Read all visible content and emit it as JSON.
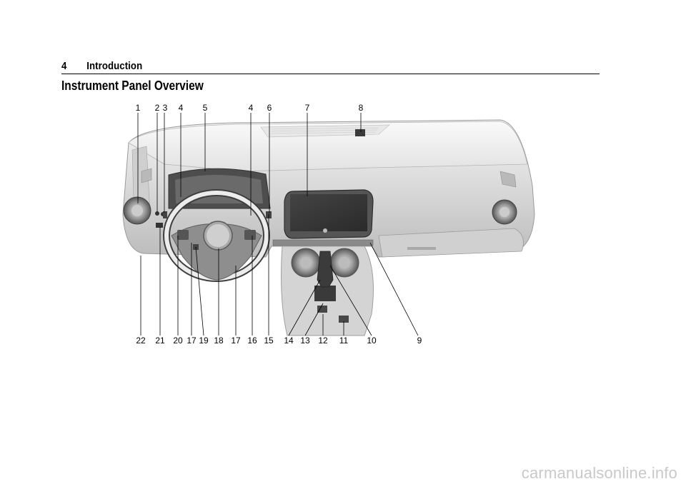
{
  "header": {
    "page_number": "4",
    "chapter": "Introduction"
  },
  "section": {
    "title": "Instrument Panel Overview"
  },
  "figure": {
    "callouts_top": [
      "1",
      "2",
      "3",
      "4",
      "5",
      "4",
      "6",
      "7",
      "8"
    ],
    "callouts_bottom": [
      "22",
      "21",
      "20",
      "17",
      "19",
      "18",
      "17",
      "16",
      "15",
      "14",
      "13",
      "12",
      "11",
      "10",
      "9"
    ]
  },
  "watermark": "carmanualsonline.info"
}
